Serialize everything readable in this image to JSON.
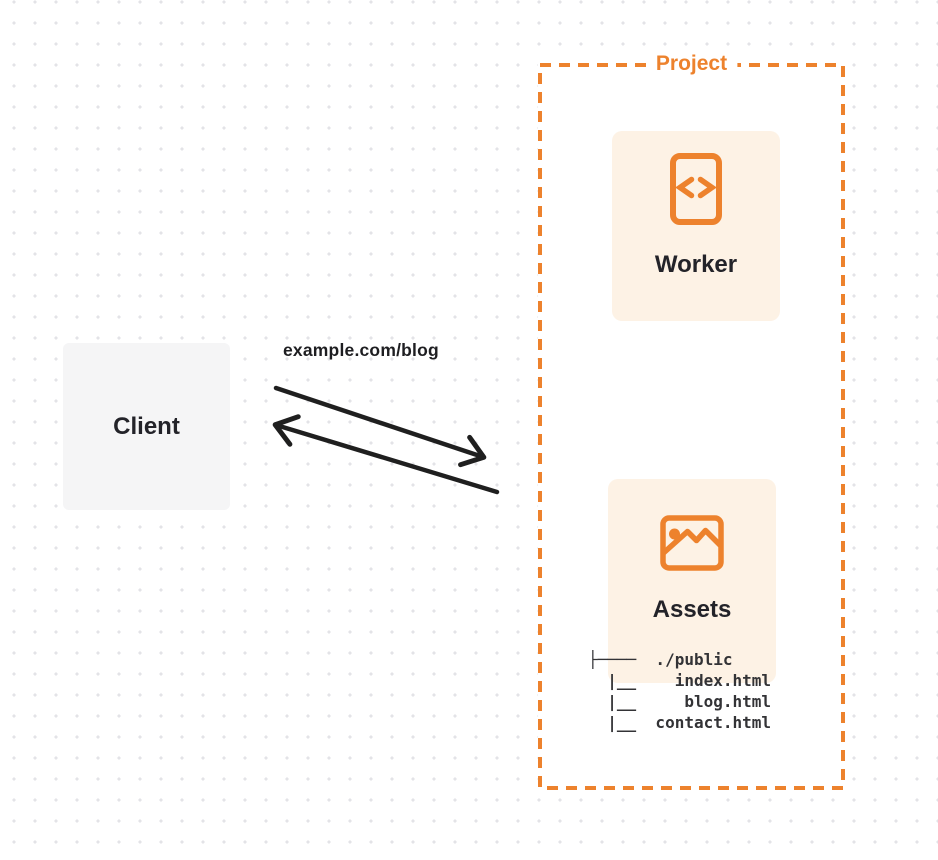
{
  "colors": {
    "accent_orange": "#ed822d",
    "card_cream": "#fdf2e5",
    "client_gray": "#f5f5f6",
    "arrow_dark": "#1f1f1f",
    "text_dark": "#232329",
    "dot_grid": "#e3e3e7"
  },
  "client": {
    "label": "Client"
  },
  "request_arrow": {
    "label": "example.com/blog"
  },
  "project": {
    "label": "Project",
    "worker": {
      "label": "Worker",
      "icon": "code-file-icon"
    },
    "assets": {
      "label": "Assets",
      "icon": "image-icon",
      "file_tree": [
        "├────  ./public",
        "  |__    index.html",
        "  |__     blog.html",
        "  |__  contact.html"
      ]
    }
  }
}
